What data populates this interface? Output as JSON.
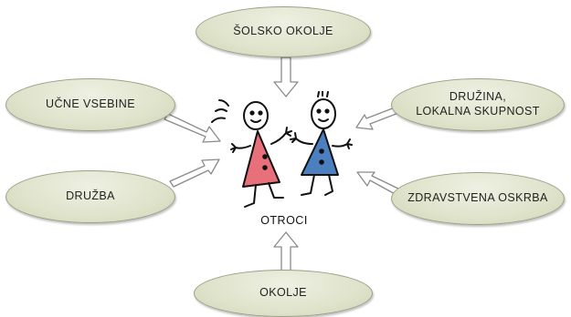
{
  "diagram": {
    "center_label": "OTROCI",
    "nodes": [
      {
        "id": "top",
        "lines": [
          "ŠOLSKO OKOLJE"
        ]
      },
      {
        "id": "left1",
        "lines": [
          "UČNE VSEBINE"
        ]
      },
      {
        "id": "left2",
        "lines": [
          "DRUŽBA"
        ]
      },
      {
        "id": "right1",
        "lines": [
          "DRUŽINA,",
          "LOKALNA SKUPNOST"
        ]
      },
      {
        "id": "right2",
        "lines": [
          "ZDRAVSTVENA OSKRBA"
        ]
      },
      {
        "id": "bottom",
        "lines": [
          "OKOLJE"
        ]
      }
    ]
  },
  "colors": {
    "node_fill": "#dfe3cb",
    "arrow_fill": "#ffffff",
    "arrow_stroke": "#8a8a8a",
    "girl_dress": "#e8707a",
    "boy_dress": "#4b7fbf"
  }
}
